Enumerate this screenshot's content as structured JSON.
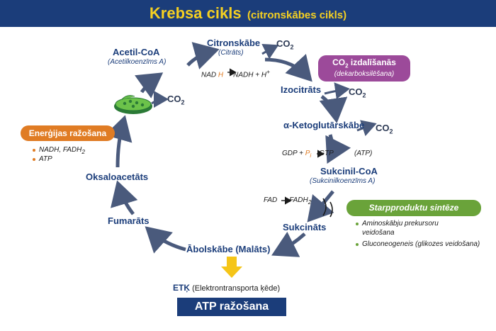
{
  "header": {
    "title": "Krebsa cikls",
    "subtitle": "(citronskābes cikls)"
  },
  "nodes": {
    "acetyl_coa": {
      "name": "Acetil-CoA",
      "sub": "(Acetilkoenzīms A)"
    },
    "citrate": {
      "name": "Citronskābe",
      "sub": "(Citrāts)"
    },
    "isocitrate": {
      "name": "Izocitrāts"
    },
    "ketoglutarate": {
      "name": "α-Ketoglutārskābe"
    },
    "succinyl_coa": {
      "name": "Sukcinil-CoA",
      "sub": "(Sukcinilkoenzīms A)"
    },
    "succinate": {
      "name": "Sukcināts"
    },
    "malate": {
      "name": "Ābolskābe (Malāts)"
    },
    "fumarate": {
      "name": "Fumarāts"
    },
    "oxaloacetate": {
      "name": "Oksaloacetāts"
    }
  },
  "co2_label": "CO",
  "co2_subscript": "2",
  "reactions": {
    "nad_1": "NAD",
    "nad_h": "H",
    "nad_2": "NADH + H",
    "nad_sup": "+",
    "gdp_1": "GDP + ",
    "gdp_p": "P",
    "gdp_i": "i",
    "gdp_2": "GTP",
    "gdp_atp": "(ATP)",
    "fad_1": "FAD",
    "fad_2": "FADH",
    "fad_sub": "2"
  },
  "callouts": {
    "decarbox_title": "izdalīšanās",
    "decarbox_sub": "(dekarboksilēšana)",
    "energy_title": "Enerģijas ražošana",
    "energy_items": [
      "NADH, FADH",
      "ATP"
    ],
    "energy_item_sub": "2",
    "synthesis_title": "Starpproduktu sintēze",
    "synthesis_items": [
      "Aminoskābju prekursoru",
      "veidošana",
      "Gluconeogeneis (glikozes veidošana)"
    ]
  },
  "etc": {
    "abbr": "ETĶ",
    "full": "(Elektrontransporta ķēde)"
  },
  "atp_box": "ATP ražošana",
  "colors": {
    "header_bg": "#1b3d7a",
    "header_text": "#f5d021",
    "arrow": "#4a5a7c",
    "purple": "#9c4a9a",
    "orange": "#e07c24",
    "green": "#6aa33a",
    "down_arrow": "#f5c518"
  }
}
